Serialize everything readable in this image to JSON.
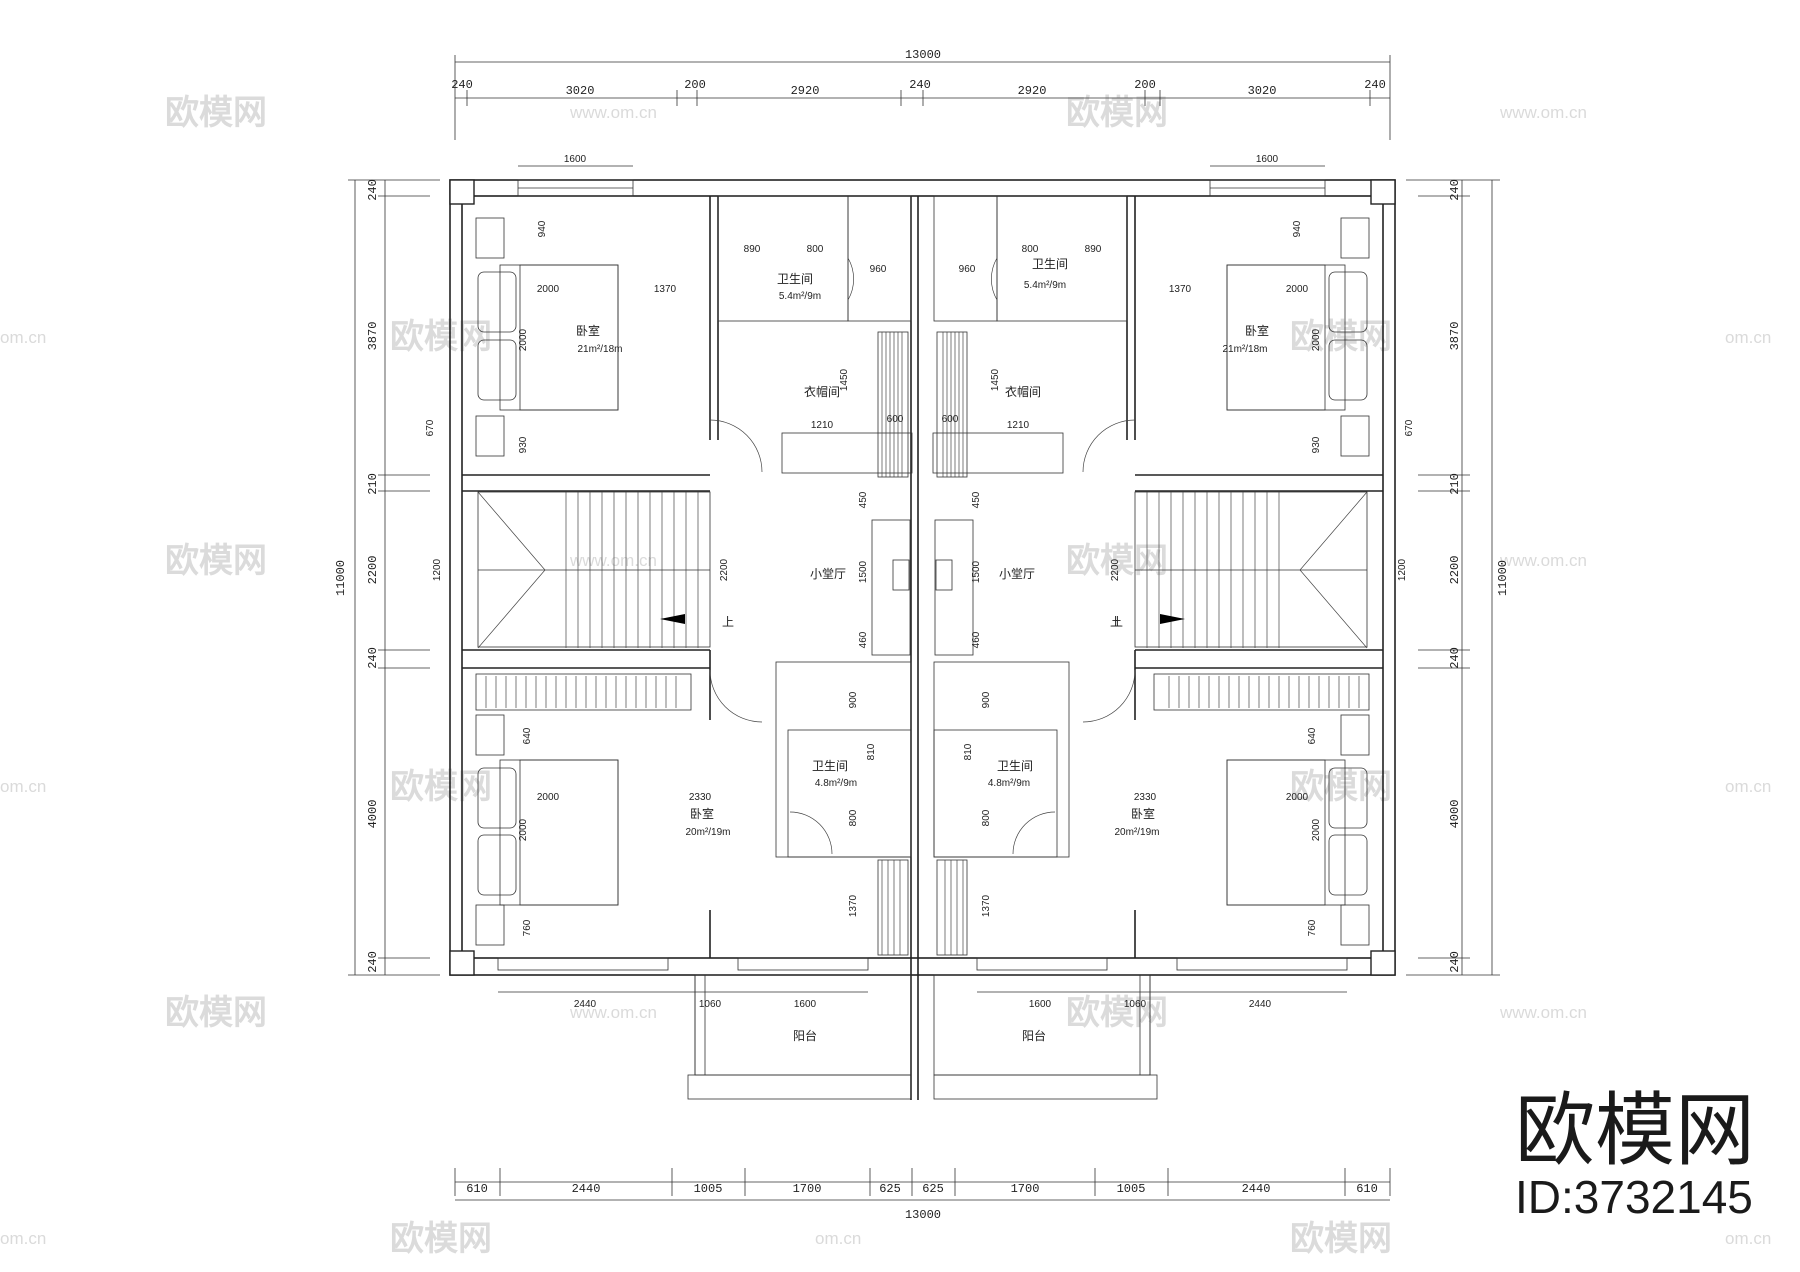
{
  "overall": {
    "top": "13000",
    "bottom": "13000",
    "left": "11000",
    "right": "11000"
  },
  "top_dims": [
    "240",
    "3020",
    "200",
    "2920",
    "240",
    "2920",
    "200",
    "3020",
    "240"
  ],
  "bottom_dims": [
    "610",
    "2440",
    "1005",
    "1700",
    "625",
    "625",
    "1700",
    "1005",
    "2440",
    "610"
  ],
  "left_dims": [
    "240",
    "3870",
    "210",
    "2200",
    "240",
    "4000",
    "240"
  ],
  "right_dims": [
    "240",
    "3870",
    "210",
    "2200",
    "240",
    "4000",
    "240"
  ],
  "window_dims": {
    "top_window": "1600",
    "bottom_left_a": "2440",
    "bottom_left_b": "1060",
    "bottom_left_c": "1600",
    "bottom_right_a": "1600",
    "bottom_right_b": "1060",
    "bottom_right_c": "2440",
    "side_670": "670",
    "side_1200": "1200"
  },
  "inner_dims": {
    "d940": "940",
    "d2000": "2000",
    "d1370": "1370",
    "d930": "930",
    "d890": "890",
    "d800": "800",
    "d960": "960",
    "d1450": "1450",
    "d600": "600",
    "d1210": "1210",
    "d450": "450",
    "d1500": "1500",
    "d460": "460",
    "d2200": "2200",
    "d900": "900",
    "d810": "810",
    "d640": "640",
    "d2330": "2330",
    "d760": "760"
  },
  "rooms": {
    "bedroom": "卧室",
    "bedroom_top_area": "21m²/18m",
    "bedroom_bottom_area": "20m²/19m",
    "bath": "卫生间",
    "bath_top_area": "5.4m²/9m",
    "bath_bottom_area": "4.8m²/9m",
    "closet": "衣帽间",
    "hall": "小堂厅",
    "up": "上",
    "balcony": "阳台"
  },
  "watermark": {
    "text": "欧模网",
    "url": "www.om.cn",
    "url_cut": "om.cn"
  },
  "brand": {
    "name": "欧模网",
    "id": "ID:3732145"
  }
}
